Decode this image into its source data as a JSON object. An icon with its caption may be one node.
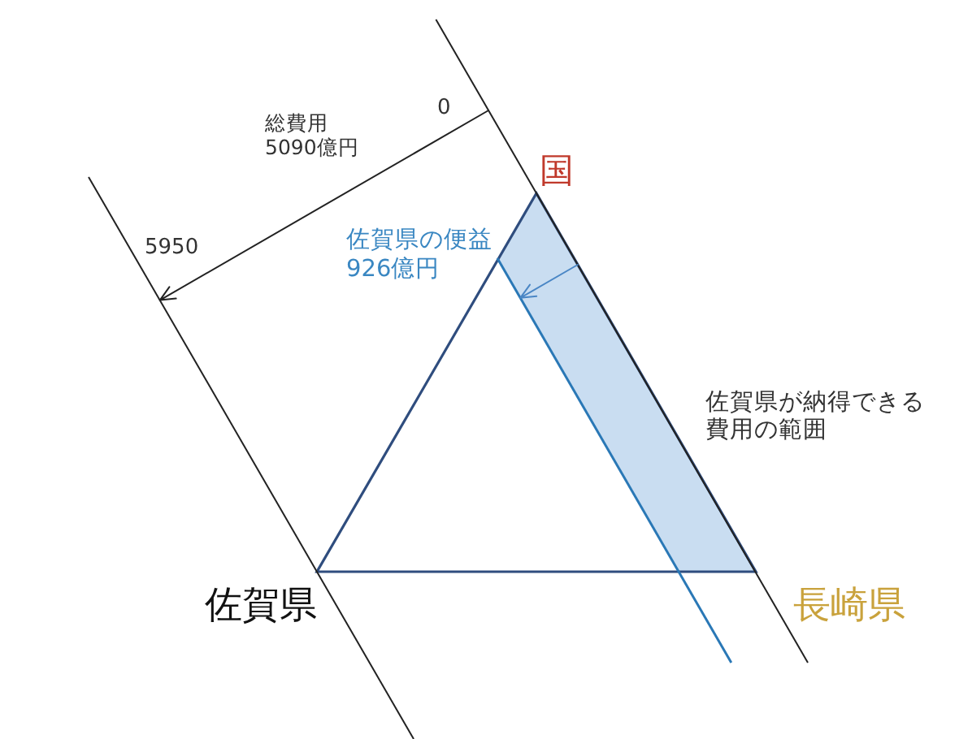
{
  "diagram": {
    "labels": [
      "0",
      "総費用5090億円",
      "国",
      "佐賀県の便益926億円",
      "5950",
      "佐賀県が納得できる費用の範囲",
      "佐賀県",
      "長崎県"
    ]
  }
}
